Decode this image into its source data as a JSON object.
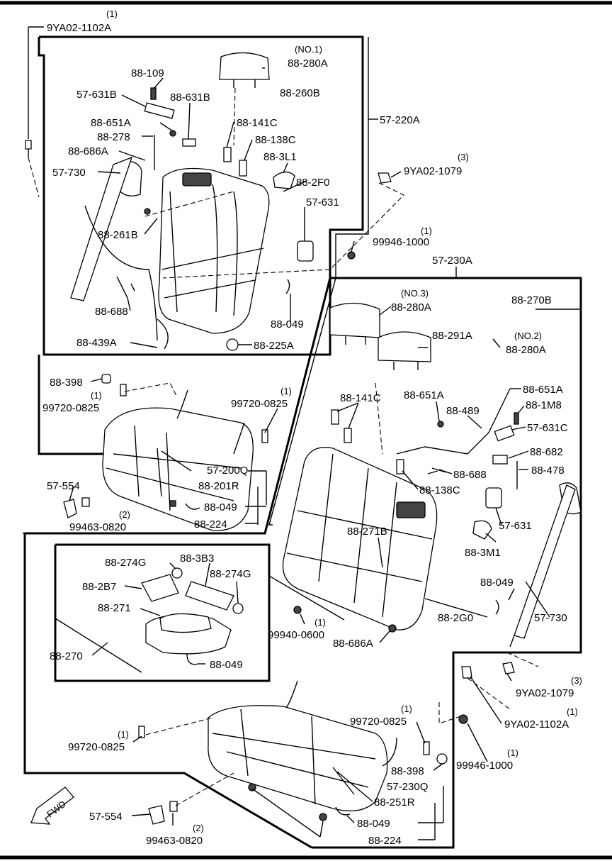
{
  "labels": {
    "qty_1a": "(1)",
    "p_9ya02_1102a_top": "9YA02-1102A",
    "no1": "(NO.1)",
    "p_88_280a_1": "88-280A",
    "p_88_109": "88-109",
    "p_57_631b": "57-631B",
    "p_88_631b": "88-631B",
    "p_88_260b": "88-260B",
    "p_88_651a_1": "88-651A",
    "p_88_141c_1": "88-141C",
    "p_57_220a": "57-220A",
    "p_88_278": "88-278",
    "p_88_138c_1": "88-138C",
    "p_88_686a_1": "88-686A",
    "p_88_3l1": "88-3L1",
    "qty_3a": "(3)",
    "p_9ya02_1079_top": "9YA02-1079",
    "p_57_730_1": "57-730",
    "p_88_2f0": "88-2F0",
    "p_57_631_1": "57-631",
    "p_88_261b": "88-261B",
    "qty_1b": "(1)",
    "p_99946_1000_top": "99946-1000",
    "p_57_230a": "57-230A",
    "no3": "(NO.3)",
    "p_88_280a_3": "88-280A",
    "p_88_270b": "88-270B",
    "p_88_688_1": "88-688",
    "p_88_049_1": "88-049",
    "p_88_291a": "88-291A",
    "no2": "(NO.2)",
    "p_88_280a_2": "88-280A",
    "p_88_439a": "88-439A",
    "p_88_225a": "88-225A",
    "p_88_398_1": "88-398",
    "qty_1c": "(1)",
    "p_99720_0825_1": "99720-0825",
    "qty_1d": "(1)",
    "p_99720_0825_2": "99720-0825",
    "p_88_141c_2": "88-141C",
    "p_88_651a_2": "88-651A",
    "p_88_651a_3": "88-651A",
    "p_88_489": "88-489",
    "p_88_1m8": "88-1M8",
    "p_57_631c": "57-631C",
    "p_88_682": "88-682",
    "p_88_478": "88-478",
    "p_88_688_2": "88-688",
    "p_57_554_1": "57-554",
    "p_57_200q": "57-200Q",
    "p_88_201r": "88-201R",
    "p_88_138c_2": "88-138C",
    "qty_2a": "(2)",
    "p_99463_0820_1": "99463-0820",
    "p_88_049_2": "88-049",
    "p_88_224_1": "88-224",
    "p_57_631_2": "57-631",
    "p_88_271b": "88-271B",
    "p_88_3m1": "88-3M1",
    "p_88_274g_1": "88-274G",
    "p_88_3b3": "88-3B3",
    "p_88_274g_2": "88-274G",
    "p_88_2b7": "88-2B7",
    "p_88_049_3": "88-049",
    "p_88_271": "88-271",
    "p_88_2g0": "88-2G0",
    "p_57_730_2": "57-730",
    "qty_1e": "(1)",
    "p_99940_0600": "99940-0600",
    "p_88_686a_2": "88-686A",
    "p_88_270": "88-270",
    "p_88_049_4": "88-049",
    "qty_3b": "(3)",
    "p_9ya02_1079_bot": "9YA02-1079",
    "qty_1f": "(1)",
    "p_99720_0825_3": "99720-0825",
    "qty_1g": "(1)",
    "p_9ya02_1102a_bot": "9YA02-1102A",
    "qty_1h": "(1)",
    "p_99720_0825_4": "99720-0825",
    "qty_1i": "(1)",
    "p_99946_1000_bot": "99946-1000",
    "p_88_398_2": "88-398",
    "p_57_230q": "57-230Q",
    "fwd": "FWD",
    "p_88_251r": "88-251R",
    "p_57_554_2": "57-554",
    "p_88_049_5": "88-049",
    "qty_2b": "(2)",
    "p_99463_0820_2": "99463-0820",
    "p_88_224_2": "88-224"
  }
}
